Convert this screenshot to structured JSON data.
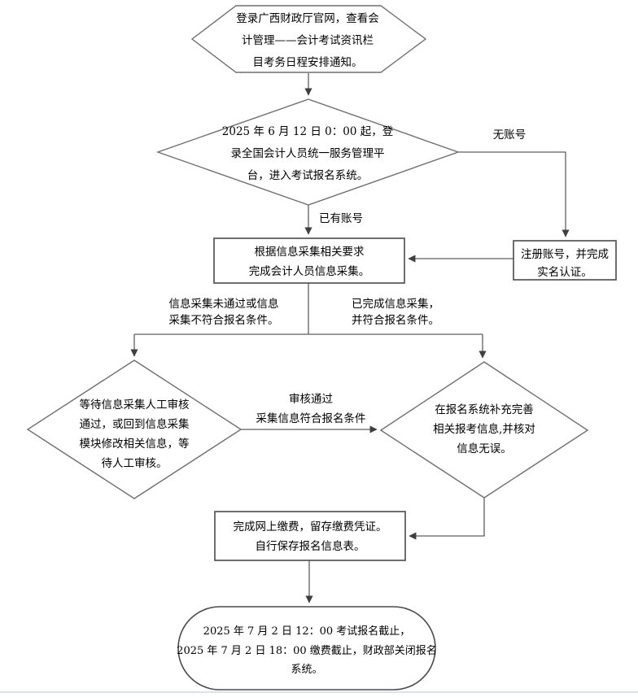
{
  "flowchart": {
    "nodes": {
      "start": {
        "shape": "hexagon",
        "lines": [
          "登录广西财政厅官网，查看会",
          "计管理——会计考试资讯栏",
          "目考务日程安排通知。"
        ]
      },
      "login_decision": {
        "shape": "diamond",
        "lines": [
          "2025 年 6 月 12 日 0：00 起，登",
          "录全国会计人员统一服务管理平",
          "台，进入考试报名系统。"
        ]
      },
      "register": {
        "shape": "rect",
        "lines": [
          "注册账号，并完成",
          "实名认证。"
        ]
      },
      "collect": {
        "shape": "rect",
        "lines": [
          "根据信息采集相关要求",
          "完成会计人员信息采集。"
        ]
      },
      "manual_review": {
        "shape": "diamond",
        "lines": [
          "等待信息采集人工审核",
          "通过，或回到信息采集",
          "模块修改相关信息，等",
          "待人工审核。"
        ]
      },
      "supplement_info": {
        "shape": "diamond",
        "lines": [
          "在报名系统补充完善",
          "相关报考信息,并核对",
          "信息无误。"
        ]
      },
      "payment": {
        "shape": "rect",
        "lines": [
          "完成网上缴费，留存缴费凭证。",
          "自行保存报名信息表。"
        ]
      },
      "end": {
        "shape": "terminator",
        "lines": [
          "2025 年 7 月 2 日 12：00 考试报名截止，",
          "2025 年 7 月 2 日 18：00 缴费截止，财政部关闭报名",
          "系统。"
        ]
      }
    },
    "edge_labels": {
      "no_account": "无账号",
      "has_account": "已有账号",
      "collect_fail_line1": "信息采集未通过或信息",
      "collect_fail_line2": "采集不符合报名条件。",
      "collect_pass_line1": "已完成信息采集，",
      "collect_pass_line2": "并符合报名条件。",
      "review_pass_line1": "审核通过",
      "review_pass_line2": "采集信息符合报名条件"
    },
    "colors": {
      "background": "#ffffff",
      "shape_stroke": "#6f6f6f",
      "rect_stroke": "#4a4a4a",
      "edge_stroke": "#5f5f5f",
      "text": "#000000",
      "bottom_divider": "#dde1e8"
    }
  }
}
